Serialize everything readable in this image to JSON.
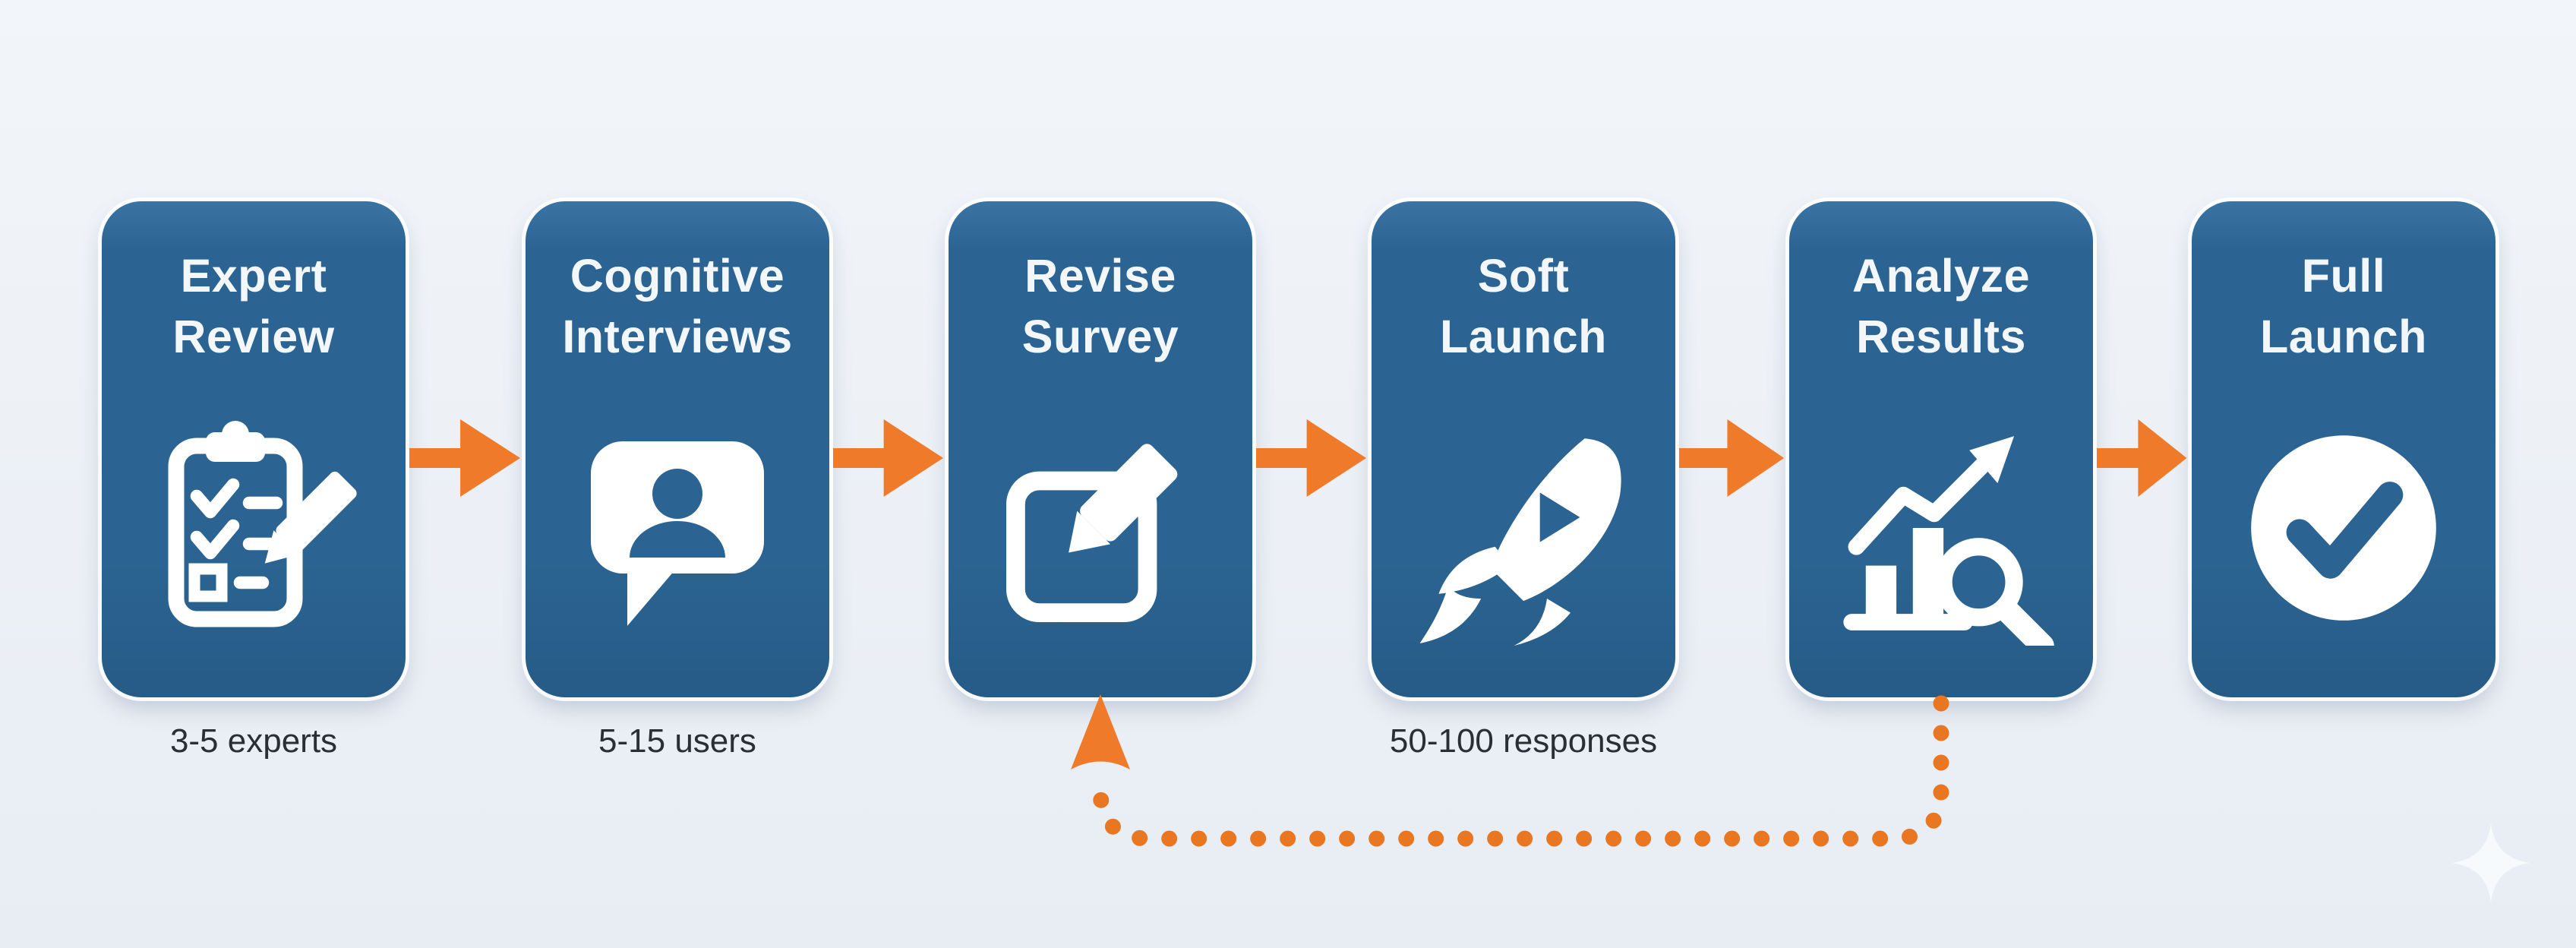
{
  "diagram": {
    "type": "process-flowchart",
    "steps": [
      {
        "title_line1": "Expert",
        "title_line2": "Review",
        "icon": "clipboard-checklist-icon",
        "sublabel": "3-5 experts"
      },
      {
        "title_line1": "Cognitive",
        "title_line2": "Interviews",
        "icon": "speech-bubble-person-icon",
        "sublabel": "5-15 users"
      },
      {
        "title_line1": "Revise",
        "title_line2": "Survey",
        "icon": "edit-square-pencil-icon",
        "sublabel": ""
      },
      {
        "title_line1": "Soft",
        "title_line2": "Launch",
        "icon": "rocket-icon",
        "sublabel": "50-100 responses"
      },
      {
        "title_line1": "Analyze",
        "title_line2": "Results",
        "icon": "chart-growth-magnifier-icon",
        "sublabel": ""
      },
      {
        "title_line1": "Full",
        "title_line2": "Launch",
        "icon": "check-circle-icon",
        "sublabel": ""
      }
    ],
    "connectors": {
      "forward_arrows": 5,
      "feedback_loop": {
        "from_step_index": 4,
        "to_step_index": 2,
        "style": "dotted"
      }
    },
    "colors": {
      "box_blue": "#2b6492",
      "box_blue_light": "#3a74a2",
      "box_blue_dark": "#265b86",
      "arrow_orange": "#ee7a2a",
      "dot_orange": "#e97722",
      "title_color": "#f3f7fa",
      "label_color": "#2b2f33",
      "background_top": "#f2f5f9",
      "background_bottom": "#e8edf4"
    },
    "watermark_icon": "sparkle-icon"
  }
}
